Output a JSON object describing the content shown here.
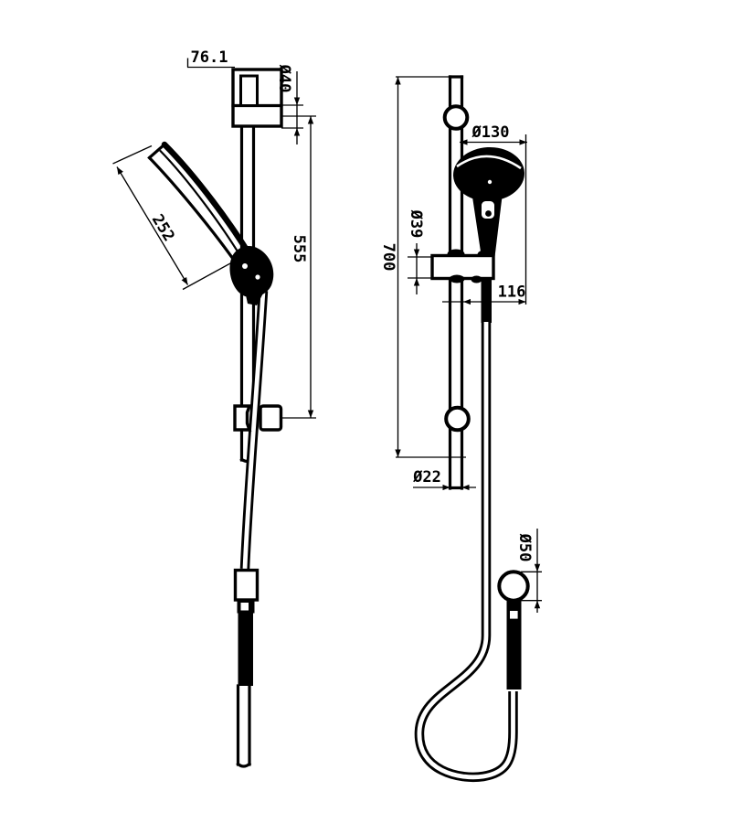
{
  "drawing": {
    "type": "technical-dimension-drawing",
    "subject": "shower slide rail set with hand shower and hose",
    "background_color": "#ffffff",
    "line_color": "#000000",
    "side_view": {
      "dims": {
        "wall_offset": "76.1",
        "bracket_diameter": "Ø40",
        "handset_length": "252",
        "bracket_spacing": "555"
      }
    },
    "front_view": {
      "dims": {
        "head_diameter": "Ø130",
        "holder_diameter": "Ø39",
        "rail_length": "700",
        "head_offset": "116",
        "rail_diameter": "Ø22",
        "elbow_diameter": "Ø50"
      }
    }
  }
}
